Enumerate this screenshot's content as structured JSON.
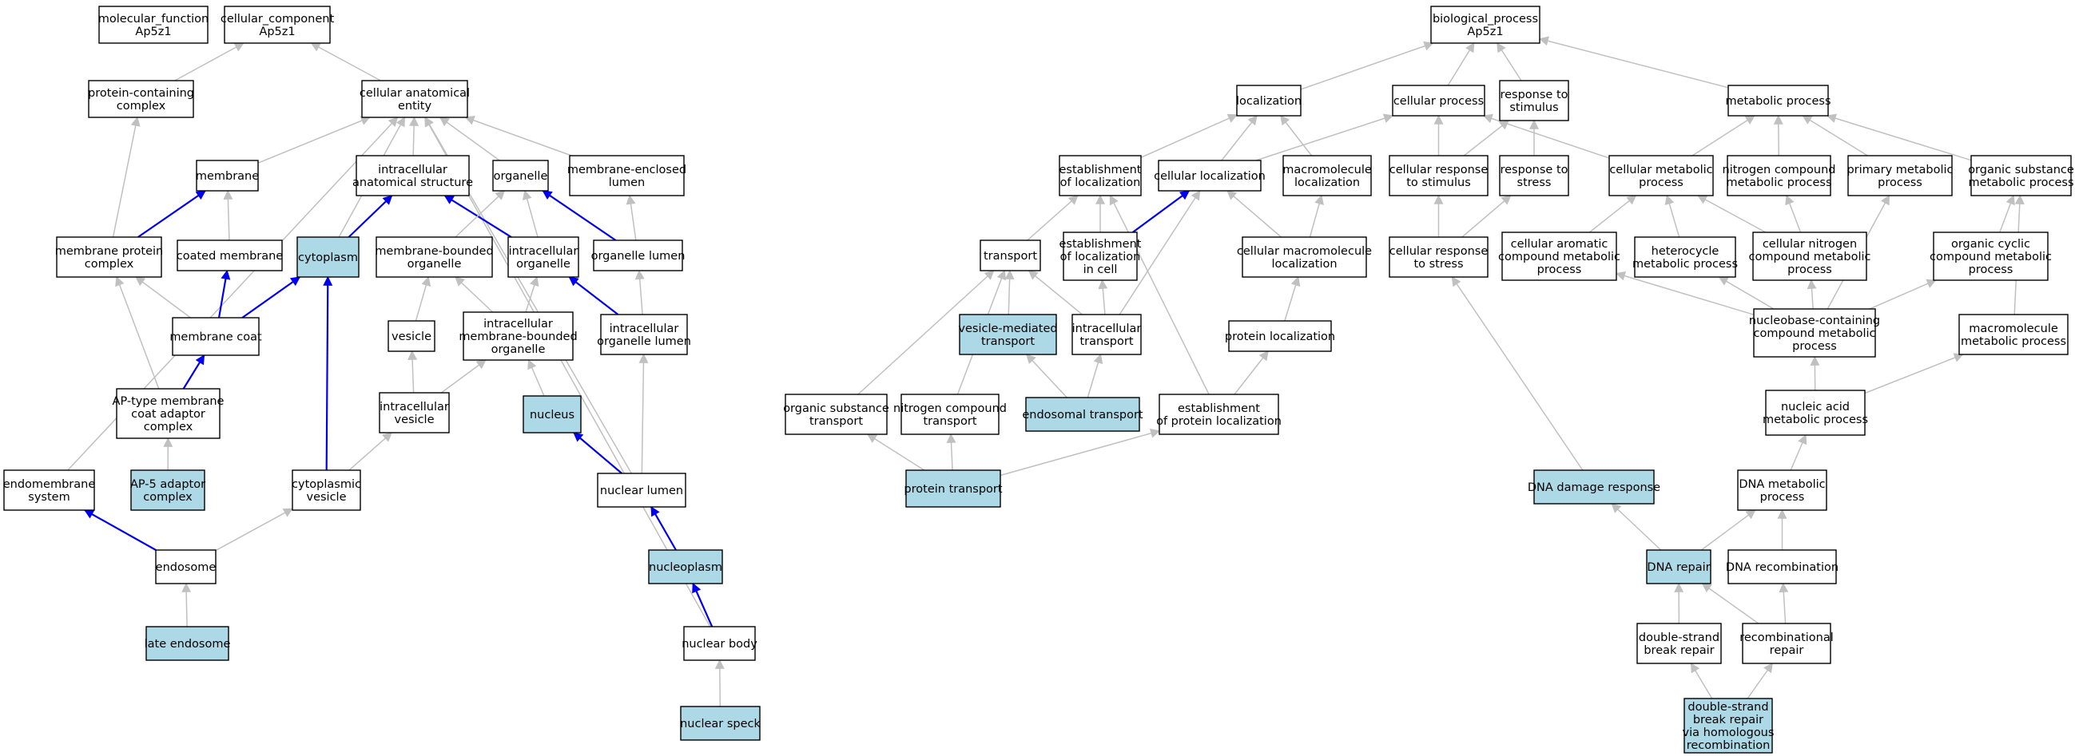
{
  "colors": {
    "highlight_fill": "#add8e6",
    "normal_fill": "#ffffff",
    "border": "#000000",
    "edge_gray": "#c0c0c0",
    "edge_blue": "#0000ee"
  },
  "nodes": [
    {
      "id": "mf",
      "lines": [
        "molecular_function",
        "Ap5z1"
      ],
      "hl": false
    },
    {
      "id": "cc",
      "lines": [
        "cellular_component",
        "Ap5z1"
      ],
      "hl": false
    },
    {
      "id": "pcc",
      "lines": [
        "protein-containing",
        "complex"
      ],
      "hl": false
    },
    {
      "id": "cae",
      "lines": [
        "cellular anatomical",
        "entity"
      ],
      "hl": false
    },
    {
      "id": "mem",
      "lines": [
        "membrane"
      ],
      "hl": false
    },
    {
      "id": "ias",
      "lines": [
        "intracellular",
        "anatomical structure"
      ],
      "hl": false
    },
    {
      "id": "org",
      "lines": [
        "organelle"
      ],
      "hl": false
    },
    {
      "id": "mel",
      "lines": [
        "membrane-enclosed",
        "lumen"
      ],
      "hl": false
    },
    {
      "id": "mpc",
      "lines": [
        "membrane protein",
        "complex"
      ],
      "hl": false
    },
    {
      "id": "cm",
      "lines": [
        "coated membrane"
      ],
      "hl": false
    },
    {
      "id": "cyto",
      "lines": [
        "cytoplasm"
      ],
      "hl": true
    },
    {
      "id": "mbo",
      "lines": [
        "membrane-bounded",
        "organelle"
      ],
      "hl": false
    },
    {
      "id": "io",
      "lines": [
        "intracellular",
        "organelle"
      ],
      "hl": false
    },
    {
      "id": "ol",
      "lines": [
        "organelle lumen"
      ],
      "hl": false
    },
    {
      "id": "mcoat",
      "lines": [
        "membrane coat"
      ],
      "hl": false
    },
    {
      "id": "ves",
      "lines": [
        "vesicle"
      ],
      "hl": false
    },
    {
      "id": "imbo",
      "lines": [
        "intracellular",
        "membrane-bounded",
        "organelle"
      ],
      "hl": false
    },
    {
      "id": "iol",
      "lines": [
        "intracellular",
        "organelle lumen"
      ],
      "hl": false
    },
    {
      "id": "ap",
      "lines": [
        "AP-type membrane",
        "coat adaptor",
        "complex"
      ],
      "hl": false
    },
    {
      "id": "iv",
      "lines": [
        "intracellular",
        "vesicle"
      ],
      "hl": false
    },
    {
      "id": "nuc",
      "lines": [
        "nucleus"
      ],
      "hl": true
    },
    {
      "id": "ems",
      "lines": [
        "endomembrane",
        "system"
      ],
      "hl": false
    },
    {
      "id": "ap5",
      "lines": [
        "AP-5 adaptor",
        "complex"
      ],
      "hl": true
    },
    {
      "id": "cv",
      "lines": [
        "cytoplasmic",
        "vesicle"
      ],
      "hl": false
    },
    {
      "id": "nl",
      "lines": [
        "nuclear lumen"
      ],
      "hl": false
    },
    {
      "id": "endo",
      "lines": [
        "endosome"
      ],
      "hl": false
    },
    {
      "id": "np",
      "lines": [
        "nucleoplasm"
      ],
      "hl": true
    },
    {
      "id": "le",
      "lines": [
        "late endosome"
      ],
      "hl": true
    },
    {
      "id": "nb",
      "lines": [
        "nuclear body"
      ],
      "hl": false
    },
    {
      "id": "ns",
      "lines": [
        "nuclear speck"
      ],
      "hl": true
    },
    {
      "id": "bp",
      "lines": [
        "biological_process",
        "Ap5z1"
      ],
      "hl": false
    },
    {
      "id": "loc",
      "lines": [
        "localization"
      ],
      "hl": false
    },
    {
      "id": "cp",
      "lines": [
        "cellular process"
      ],
      "hl": false
    },
    {
      "id": "rts",
      "lines": [
        "response to",
        "stimulus"
      ],
      "hl": false
    },
    {
      "id": "mp",
      "lines": [
        "metabolic process"
      ],
      "hl": false
    },
    {
      "id": "eol",
      "lines": [
        "establishment",
        "of localization"
      ],
      "hl": false
    },
    {
      "id": "cl",
      "lines": [
        "cellular localization"
      ],
      "hl": false
    },
    {
      "id": "mloc",
      "lines": [
        "macromolecule",
        "localization"
      ],
      "hl": false
    },
    {
      "id": "crts",
      "lines": [
        "cellular response",
        "to stimulus"
      ],
      "hl": false
    },
    {
      "id": "rtstress",
      "lines": [
        "response to",
        "stress"
      ],
      "hl": false
    },
    {
      "id": "cmp",
      "lines": [
        "cellular metabolic",
        "process"
      ],
      "hl": false
    },
    {
      "id": "ncmp",
      "lines": [
        "nitrogen compound",
        "metabolic process"
      ],
      "hl": false
    },
    {
      "id": "pmp",
      "lines": [
        "primary metabolic",
        "process"
      ],
      "hl": false
    },
    {
      "id": "osmp",
      "lines": [
        "organic substance",
        "metabolic process"
      ],
      "hl": false
    },
    {
      "id": "tr",
      "lines": [
        "transport"
      ],
      "hl": false
    },
    {
      "id": "eolc",
      "lines": [
        "establishment",
        "of localization",
        "in cell"
      ],
      "hl": false
    },
    {
      "id": "cml",
      "lines": [
        "cellular macromolecule",
        "localization"
      ],
      "hl": false
    },
    {
      "id": "crs",
      "lines": [
        "cellular response",
        "to stress"
      ],
      "hl": false
    },
    {
      "id": "cacmp",
      "lines": [
        "cellular aromatic",
        "compound metabolic",
        "process"
      ],
      "hl": false
    },
    {
      "id": "hmp",
      "lines": [
        "heterocycle",
        "metabolic process"
      ],
      "hl": false
    },
    {
      "id": "cncmp",
      "lines": [
        "cellular nitrogen",
        "compound metabolic",
        "process"
      ],
      "hl": false
    },
    {
      "id": "occmp",
      "lines": [
        "organic cyclic",
        "compound metabolic",
        "process"
      ],
      "hl": false
    },
    {
      "id": "vmt",
      "lines": [
        "vesicle-mediated",
        "transport"
      ],
      "hl": true
    },
    {
      "id": "itr",
      "lines": [
        "intracellular",
        "transport"
      ],
      "hl": false
    },
    {
      "id": "ploc",
      "lines": [
        "protein localization"
      ],
      "hl": false
    },
    {
      "id": "nbcmp",
      "lines": [
        "nucleobase-containing",
        "compound metabolic",
        "process"
      ],
      "hl": false
    },
    {
      "id": "mmp",
      "lines": [
        "macromolecule",
        "metabolic process"
      ],
      "hl": false
    },
    {
      "id": "ost",
      "lines": [
        "organic substance",
        "transport"
      ],
      "hl": false
    },
    {
      "id": "nct",
      "lines": [
        "nitrogen compound",
        "transport"
      ],
      "hl": false
    },
    {
      "id": "et",
      "lines": [
        "endosomal transport"
      ],
      "hl": true
    },
    {
      "id": "epl",
      "lines": [
        "establishment",
        "of protein localization"
      ],
      "hl": false
    },
    {
      "id": "namp",
      "lines": [
        "nucleic acid",
        "metabolic process"
      ],
      "hl": false
    },
    {
      "id": "pt",
      "lines": [
        "protein transport"
      ],
      "hl": true
    },
    {
      "id": "ddr",
      "lines": [
        "DNA damage response"
      ],
      "hl": true
    },
    {
      "id": "dmp",
      "lines": [
        "DNA metabolic",
        "process"
      ],
      "hl": false
    },
    {
      "id": "dr",
      "lines": [
        "DNA repair"
      ],
      "hl": true
    },
    {
      "id": "drec",
      "lines": [
        "DNA recombination"
      ],
      "hl": false
    },
    {
      "id": "dsbr",
      "lines": [
        "double-strand",
        "break repair"
      ],
      "hl": false
    },
    {
      "id": "rr",
      "lines": [
        "recombinational",
        "repair"
      ],
      "hl": false
    },
    {
      "id": "dsbrhr",
      "lines": [
        "double-strand",
        "break repair",
        "via homologous",
        "recombination"
      ],
      "hl": true
    }
  ],
  "edges": [
    [
      "pcc",
      "cc",
      "gray"
    ],
    [
      "cae",
      "cc",
      "gray"
    ],
    [
      "mem",
      "cae",
      "gray"
    ],
    [
      "ias",
      "cae",
      "gray"
    ],
    [
      "org",
      "cae",
      "gray"
    ],
    [
      "mel",
      "cae",
      "gray"
    ],
    [
      "cyto",
      "cae",
      "gray"
    ],
    [
      "ems",
      "cae",
      "gray"
    ],
    [
      "np",
      "cae",
      "gray"
    ],
    [
      "nb",
      "cae",
      "gray"
    ],
    [
      "mpc",
      "pcc",
      "gray"
    ],
    [
      "mpc",
      "mem",
      "blue"
    ],
    [
      "cm",
      "mem",
      "gray"
    ],
    [
      "cyto",
      "ias",
      "blue"
    ],
    [
      "io",
      "ias",
      "blue"
    ],
    [
      "mbo",
      "org",
      "gray"
    ],
    [
      "io",
      "org",
      "gray"
    ],
    [
      "ol",
      "org",
      "blue"
    ],
    [
      "ol",
      "mel",
      "gray"
    ],
    [
      "mcoat",
      "mpc",
      "gray"
    ],
    [
      "mcoat",
      "cm",
      "blue"
    ],
    [
      "mcoat",
      "cyto",
      "blue"
    ],
    [
      "ves",
      "mbo",
      "gray"
    ],
    [
      "imbo",
      "mbo",
      "gray"
    ],
    [
      "imbo",
      "io",
      "gray"
    ],
    [
      "iol",
      "io",
      "blue"
    ],
    [
      "iol",
      "ol",
      "gray"
    ],
    [
      "ap",
      "mcoat",
      "blue"
    ],
    [
      "ap",
      "mpc",
      "gray"
    ],
    [
      "iv",
      "ves",
      "gray"
    ],
    [
      "iv",
      "imbo",
      "gray"
    ],
    [
      "nuc",
      "imbo",
      "gray"
    ],
    [
      "ap5",
      "ap",
      "gray"
    ],
    [
      "cv",
      "cyto",
      "blue"
    ],
    [
      "cv",
      "iv",
      "gray"
    ],
    [
      "nl",
      "nuc",
      "blue"
    ],
    [
      "nl",
      "iol",
      "gray"
    ],
    [
      "endo",
      "ems",
      "blue"
    ],
    [
      "endo",
      "cv",
      "gray"
    ],
    [
      "np",
      "nl",
      "blue"
    ],
    [
      "le",
      "endo",
      "gray"
    ],
    [
      "nb",
      "np",
      "blue"
    ],
    [
      "ns",
      "nb",
      "gray"
    ],
    [
      "loc",
      "bp",
      "gray"
    ],
    [
      "cp",
      "bp",
      "gray"
    ],
    [
      "rts",
      "bp",
      "gray"
    ],
    [
      "mp",
      "bp",
      "gray"
    ],
    [
      "eol",
      "loc",
      "gray"
    ],
    [
      "cl",
      "loc",
      "gray"
    ],
    [
      "cl",
      "cp",
      "gray"
    ],
    [
      "mloc",
      "loc",
      "gray"
    ],
    [
      "crts",
      "cp",
      "gray"
    ],
    [
      "crts",
      "rts",
      "gray"
    ],
    [
      "rtstress",
      "rts",
      "gray"
    ],
    [
      "cmp",
      "cp",
      "gray"
    ],
    [
      "cmp",
      "mp",
      "gray"
    ],
    [
      "ncmp",
      "mp",
      "gray"
    ],
    [
      "pmp",
      "mp",
      "gray"
    ],
    [
      "osmp",
      "mp",
      "gray"
    ],
    [
      "tr",
      "eol",
      "gray"
    ],
    [
      "eolc",
      "eol",
      "gray"
    ],
    [
      "eolc",
      "cl",
      "blue"
    ],
    [
      "cml",
      "cl",
      "gray"
    ],
    [
      "cml",
      "mloc",
      "gray"
    ],
    [
      "crs",
      "crts",
      "gray"
    ],
    [
      "crs",
      "rtstress",
      "gray"
    ],
    [
      "cacmp",
      "cmp",
      "gray"
    ],
    [
      "hmp",
      "cmp",
      "gray"
    ],
    [
      "cncmp",
      "cmp",
      "gray"
    ],
    [
      "cncmp",
      "ncmp",
      "gray"
    ],
    [
      "occmp",
      "osmp",
      "gray"
    ],
    [
      "vmt",
      "tr",
      "gray"
    ],
    [
      "itr",
      "tr",
      "gray"
    ],
    [
      "itr",
      "eolc",
      "gray"
    ],
    [
      "itr",
      "cl",
      "gray"
    ],
    [
      "ploc",
      "cml",
      "gray"
    ],
    [
      "nbcmp",
      "cacmp",
      "gray"
    ],
    [
      "nbcmp",
      "hmp",
      "gray"
    ],
    [
      "nbcmp",
      "cncmp",
      "gray"
    ],
    [
      "nbcmp",
      "occmp",
      "gray"
    ],
    [
      "nbcmp",
      "pmp",
      "gray"
    ],
    [
      "mmp",
      "osmp",
      "gray"
    ],
    [
      "ost",
      "tr",
      "gray"
    ],
    [
      "nct",
      "tr",
      "gray"
    ],
    [
      "et",
      "vmt",
      "gray"
    ],
    [
      "et",
      "itr",
      "gray"
    ],
    [
      "epl",
      "ploc",
      "gray"
    ],
    [
      "epl",
      "eol",
      "gray"
    ],
    [
      "namp",
      "nbcmp",
      "gray"
    ],
    [
      "namp",
      "mmp",
      "gray"
    ],
    [
      "pt",
      "ost",
      "gray"
    ],
    [
      "pt",
      "nct",
      "gray"
    ],
    [
      "pt",
      "epl",
      "gray"
    ],
    [
      "ddr",
      "crs",
      "gray"
    ],
    [
      "dmp",
      "namp",
      "gray"
    ],
    [
      "dr",
      "ddr",
      "gray"
    ],
    [
      "dr",
      "dmp",
      "gray"
    ],
    [
      "drec",
      "dmp",
      "gray"
    ],
    [
      "dsbr",
      "dr",
      "gray"
    ],
    [
      "rr",
      "dr",
      "gray"
    ],
    [
      "rr",
      "drec",
      "gray"
    ],
    [
      "dsbrhr",
      "dsbr",
      "gray"
    ],
    [
      "dsbrhr",
      "rr",
      "gray"
    ]
  ]
}
